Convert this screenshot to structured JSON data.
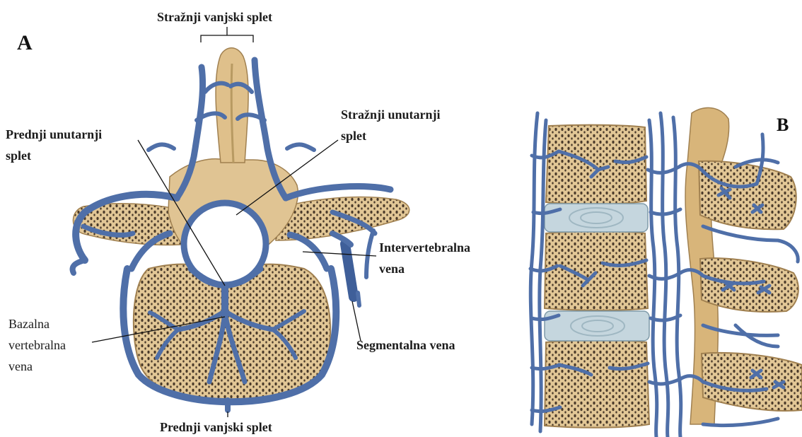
{
  "panels": {
    "a": "A",
    "b": "B"
  },
  "labels": {
    "posterior_external": "Stražnji vanjski splet",
    "anterior_internal_1": "Prednji unutarnji",
    "anterior_internal_2": "splet",
    "posterior_internal_1": "Stražnji unutarnji",
    "posterior_internal_2": "splet",
    "intervertebral_1": "Intervertebralna",
    "intervertebral_2": "vena",
    "basivertebral_1": "Bazalna",
    "basivertebral_2": "vertebralna",
    "basivertebral_3": "vena",
    "segmental": "Segmentalna vena",
    "anterior_external": "Prednji vanjski splet"
  },
  "colors": {
    "bone": "#e2c796",
    "bone_edge": "#a08050",
    "marrow_dots": "#4a3a2a",
    "vein": "#4f6fa8",
    "vein_dark": "#2f4a80",
    "disc": "#c5d6de",
    "leader_line": "#111111"
  }
}
